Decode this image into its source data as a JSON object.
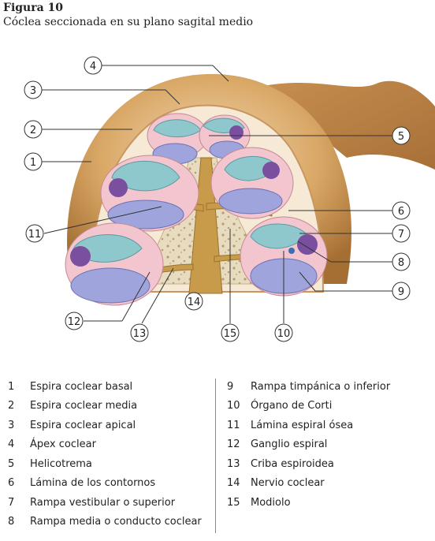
{
  "figure": {
    "title": "Figura 10",
    "subtitle": "Cóclea seccionada en su plano sagital medio"
  },
  "callouts": [
    "1",
    "2",
    "3",
    "4",
    "5",
    "6",
    "7",
    "8",
    "9",
    "10",
    "11",
    "12",
    "13",
    "14",
    "15"
  ],
  "legend": {
    "left": [
      {
        "num": "1",
        "label": "Espira coclear basal"
      },
      {
        "num": "2",
        "label": "Espira coclear media"
      },
      {
        "num": "3",
        "label": "Espira coclear apical"
      },
      {
        "num": "4",
        "label": "Ápex coclear"
      },
      {
        "num": "5",
        "label": "Helicotrema"
      },
      {
        "num": "6",
        "label": "Lámina de los contornos"
      },
      {
        "num": "7",
        "label": "Rampa vestibular o superior"
      },
      {
        "num": "8",
        "label": "Rampa media o conducto coclear"
      }
    ],
    "right": [
      {
        "num": "9",
        "label": "Rampa timpánica o inferior"
      },
      {
        "num": "10",
        "label": "Órgano de Corti"
      },
      {
        "num": "11",
        "label": "Lámina espiral ósea"
      },
      {
        "num": "12",
        "label": "Ganglio espiral"
      },
      {
        "num": "13",
        "label": "Criba espiroidea"
      },
      {
        "num": "14",
        "label": "Nervio coclear"
      },
      {
        "num": "15",
        "label": "Modiolo"
      }
    ]
  },
  "colors": {
    "bone_outer": "#b07a3f",
    "bone_light": "#e9c79b",
    "scala_vestibuli": "#8fc8cc",
    "scala_media": "#7b4fa0",
    "scala_tympani": "#9fa4dd",
    "modiolus": "#e5d6b4",
    "nerve": "#c89b4a"
  }
}
